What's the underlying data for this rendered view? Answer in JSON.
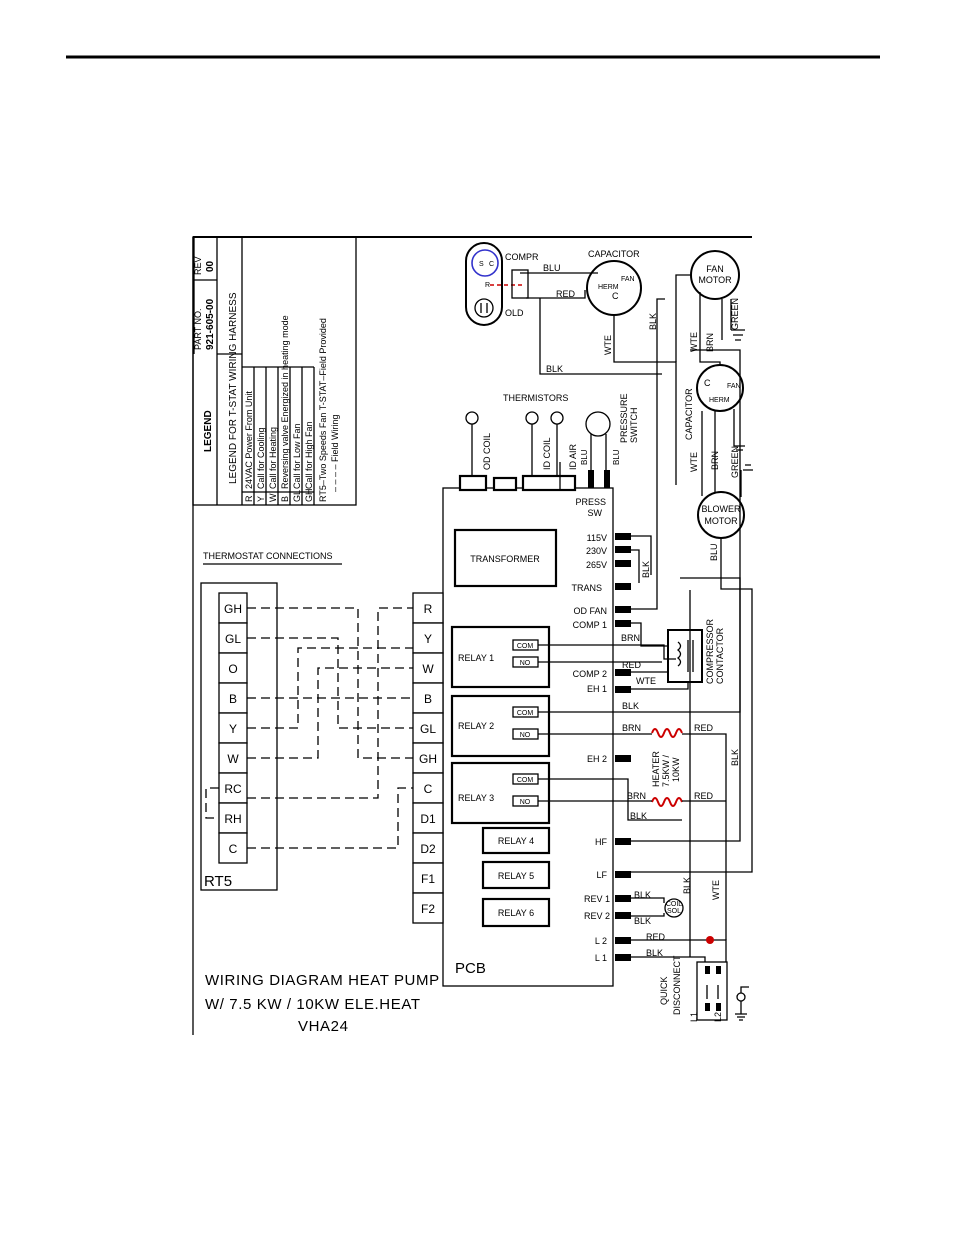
{
  "legend": {
    "title": "LEGEND",
    "subtitle": "LEGEND FOR T-STAT WIRING HARNESS",
    "part_no_label": "PART NO.",
    "part_no": "921-605-00",
    "rev_label": "REV",
    "rev": "00",
    "entries": [
      {
        "code": "R",
        "desc": "24VAC Power From Unit"
      },
      {
        "code": "Y",
        "desc": "Call for Cooling"
      },
      {
        "code": "W",
        "desc": "Call for Heating"
      },
      {
        "code": "B",
        "desc": "Reversing valve Energized in heating mode"
      },
      {
        "code": "GL",
        "desc": "Call for Low Fan"
      },
      {
        "code": "GH",
        "desc": "Call for High Fan"
      }
    ],
    "note1": "RT5–Two Speeds Fan T-STAT–Field Provided",
    "note2": "– – – – Field Wiring"
  },
  "thermostat": {
    "heading": "THERMOSTAT CONNECTIONS",
    "model": "RT5",
    "terminals": [
      "GH",
      "GL",
      "O",
      "B",
      "Y",
      "W",
      "RC",
      "RH",
      "C"
    ]
  },
  "pcb": {
    "label": "PCB",
    "left_terminals": [
      "R",
      "Y",
      "W",
      "B",
      "GL",
      "GH",
      "C",
      "D1",
      "D2",
      "F1",
      "F2"
    ],
    "transformer": "TRANSFORMER",
    "relays": [
      "RELAY 1",
      "RELAY 2",
      "RELAY 3",
      "RELAY 4",
      "RELAY 5",
      "RELAY 6"
    ],
    "com": "COM",
    "no": "NO",
    "right_labels": {
      "press_sw_1": "PRESS",
      "press_sw_2": "SW",
      "v115": "115V",
      "v230": "230V",
      "v265": "265V",
      "trans": "TRANS",
      "od_fan": "OD FAN",
      "comp1": "COMP 1",
      "comp2": "COMP 2",
      "eh1": "EH 1",
      "eh2": "EH 2",
      "hf": "HF",
      "lf": "LF",
      "rev1": "REV 1",
      "rev2": "REV 2",
      "l2": "L 2",
      "l1": "L 1"
    }
  },
  "components": {
    "compr": "COMPR",
    "capacitor": "CAPACITOR",
    "olp": "OLD",
    "fan_motor_1": "FAN",
    "fan_motor_2": "MOTOR",
    "blower_motor_1": "BLOWER",
    "blower_motor_2": "MOTOR",
    "thermistors": "THERMISTORS",
    "od_coil": "OD COIL",
    "id_coil": "ID COIL",
    "id_air": "ID AIR",
    "pressure_switch_1": "PRESSURE",
    "pressure_switch_2": "SWITCH",
    "compressor_contactor_1": "COMPRESSOR",
    "compressor_contactor_2": "CONTACTOR",
    "heater_1": "HEATER",
    "heater_2": "7.5KW /",
    "heater_3": "10KW",
    "quick_disconnect_1": "QUICK",
    "quick_disconnect_2": "DISCONNECT",
    "l1": "L1",
    "l2": "L2",
    "herm": "HERM",
    "fan": "FAN",
    "c": "C",
    "s": "S",
    "r": "R",
    "coil": "COIL",
    "sol": "SOL"
  },
  "wires": {
    "blu": "BLU",
    "red": "RED",
    "blk": "BLK",
    "wte": "WTE",
    "brn": "BRN",
    "green": "GREEN"
  },
  "caption": {
    "line1": "WIRING DIAGRAM HEAT PUMP",
    "line2": "W/ 7.5 KW / 10KW ELE.HEAT",
    "line3": "VHA24"
  },
  "colors": {
    "line": "#000000",
    "heater_coil": "#cc0000",
    "compressor_cap": "#3333cc",
    "junction": "#cc0000"
  }
}
